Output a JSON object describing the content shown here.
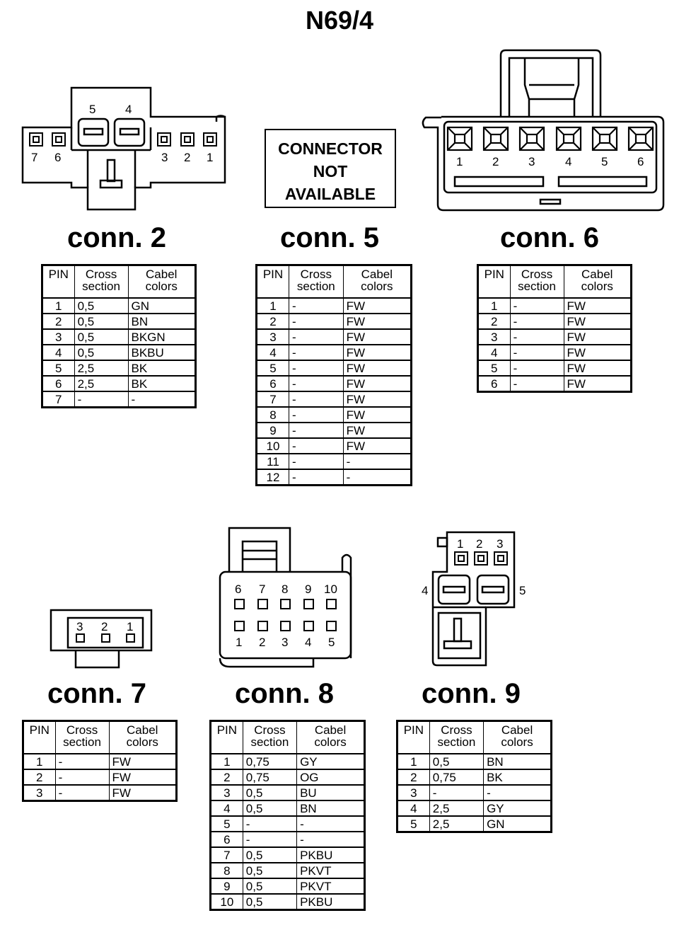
{
  "title": "N69/4",
  "not_available": {
    "line1": "CONNECTOR",
    "line2": "NOT",
    "line3": "AVAILABLE"
  },
  "headers": {
    "pin": "PIN",
    "cross_1": "Cross",
    "cross_2": "section",
    "cabel_1": "Cabel",
    "cabel_2": "colors"
  },
  "connectors": [
    {
      "label": "conn. 2",
      "pin_numbers": [
        "5",
        "4",
        "7",
        "6",
        "3",
        "2",
        "1"
      ],
      "rows": [
        {
          "pin": "1",
          "cs": "0,5",
          "color": "GN"
        },
        {
          "pin": "2",
          "cs": "0,5",
          "color": "BN"
        },
        {
          "pin": "3",
          "cs": "0,5",
          "color": "BKGN"
        },
        {
          "pin": "4",
          "cs": "0,5",
          "color": "BKBU"
        },
        {
          "pin": "5",
          "cs": "2,5",
          "color": "BK"
        },
        {
          "pin": "6",
          "cs": "2,5",
          "color": "BK"
        },
        {
          "pin": "7",
          "cs": "-",
          "color": "-"
        }
      ]
    },
    {
      "label": "conn. 5",
      "rows": [
        {
          "pin": "1",
          "cs": "-",
          "color": "FW"
        },
        {
          "pin": "2",
          "cs": "-",
          "color": "FW"
        },
        {
          "pin": "3",
          "cs": "-",
          "color": "FW"
        },
        {
          "pin": "4",
          "cs": "-",
          "color": "FW"
        },
        {
          "pin": "5",
          "cs": "-",
          "color": "FW"
        },
        {
          "pin": "6",
          "cs": "-",
          "color": "FW"
        },
        {
          "pin": "7",
          "cs": "-",
          "color": "FW"
        },
        {
          "pin": "8",
          "cs": "-",
          "color": "FW"
        },
        {
          "pin": "9",
          "cs": "-",
          "color": "FW"
        },
        {
          "pin": "10",
          "cs": "-",
          "color": "FW"
        },
        {
          "pin": "11",
          "cs": "-",
          "color": "-"
        },
        {
          "pin": "12",
          "cs": "-",
          "color": "-"
        }
      ]
    },
    {
      "label": "conn. 6",
      "pin_numbers": [
        "1",
        "2",
        "3",
        "4",
        "5",
        "6"
      ],
      "rows": [
        {
          "pin": "1",
          "cs": "-",
          "color": "FW"
        },
        {
          "pin": "2",
          "cs": "-",
          "color": "FW"
        },
        {
          "pin": "3",
          "cs": "-",
          "color": "FW"
        },
        {
          "pin": "4",
          "cs": "-",
          "color": "FW"
        },
        {
          "pin": "5",
          "cs": "-",
          "color": "FW"
        },
        {
          "pin": "6",
          "cs": "-",
          "color": "FW"
        }
      ]
    },
    {
      "label": "conn. 7",
      "pin_numbers": [
        "3",
        "2",
        "1"
      ],
      "rows": [
        {
          "pin": "1",
          "cs": "-",
          "color": "FW"
        },
        {
          "pin": "2",
          "cs": "-",
          "color": "FW"
        },
        {
          "pin": "3",
          "cs": "-",
          "color": "FW"
        }
      ]
    },
    {
      "label": "conn. 8",
      "pin_numbers": [
        "6",
        "7",
        "8",
        "9",
        "10",
        "1",
        "2",
        "3",
        "4",
        "5"
      ],
      "rows": [
        {
          "pin": "1",
          "cs": "0,75",
          "color": "GY"
        },
        {
          "pin": "2",
          "cs": "0,75",
          "color": "OG"
        },
        {
          "pin": "3",
          "cs": "0,5",
          "color": "BU"
        },
        {
          "pin": "4",
          "cs": "0,5",
          "color": "BN"
        },
        {
          "pin": "5",
          "cs": "-",
          "color": "-"
        },
        {
          "pin": "6",
          "cs": "-",
          "color": "-"
        },
        {
          "pin": "7",
          "cs": "0,5",
          "color": "PKBU"
        },
        {
          "pin": "8",
          "cs": "0,5",
          "color": "PKVT"
        },
        {
          "pin": "9",
          "cs": "0,5",
          "color": "PKVT"
        },
        {
          "pin": "10",
          "cs": "0,5",
          "color": "PKBU"
        }
      ]
    },
    {
      "label": "conn. 9",
      "pin_numbers": [
        "1",
        "2",
        "3",
        "4",
        "5"
      ],
      "rows": [
        {
          "pin": "1",
          "cs": "0,5",
          "color": "BN"
        },
        {
          "pin": "2",
          "cs": "0,75",
          "color": "BK"
        },
        {
          "pin": "3",
          "cs": "-",
          "color": "-"
        },
        {
          "pin": "4",
          "cs": "2,5",
          "color": "GY"
        },
        {
          "pin": "5",
          "cs": "2,5",
          "color": "GN"
        }
      ]
    }
  ]
}
